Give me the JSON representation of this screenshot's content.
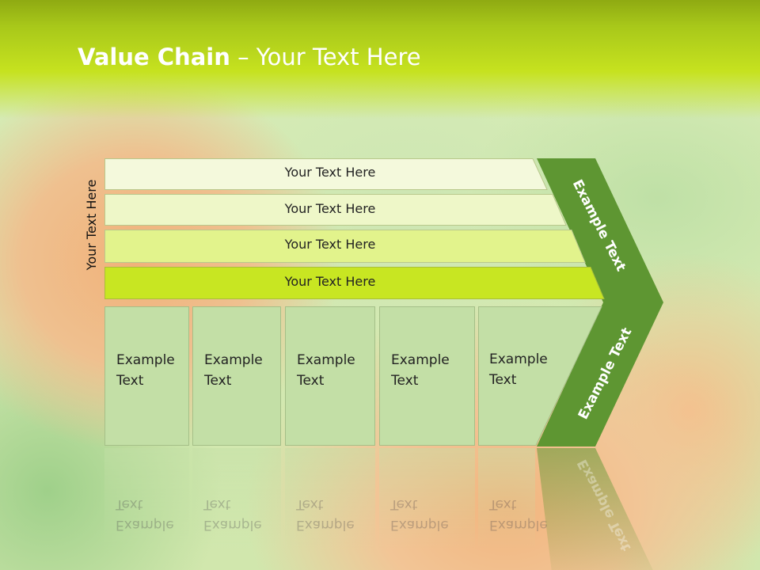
{
  "slide": {
    "title_bold": "Value Chain",
    "title_rest": " – Your Text Here"
  },
  "diagram": {
    "side_label": "Your Text Here",
    "bars": [
      {
        "label": "Your Text Here",
        "color": "#f4f9dc"
      },
      {
        "label": "Your Text Here",
        "color": "#eef7c8"
      },
      {
        "label": "Your Text Here",
        "color": "#e2f38c"
      },
      {
        "label": "Your Text Here",
        "color": "#c8e622"
      }
    ],
    "boxes": [
      {
        "label": "Example\nText"
      },
      {
        "label": "Example\nText"
      },
      {
        "label": "Example\nText"
      },
      {
        "label": "Example\nText"
      },
      {
        "label": "Example\nText"
      }
    ],
    "chevron": {
      "upper_label": "Example Text",
      "lower_label": "Example Text",
      "color": "#5e9632"
    }
  }
}
